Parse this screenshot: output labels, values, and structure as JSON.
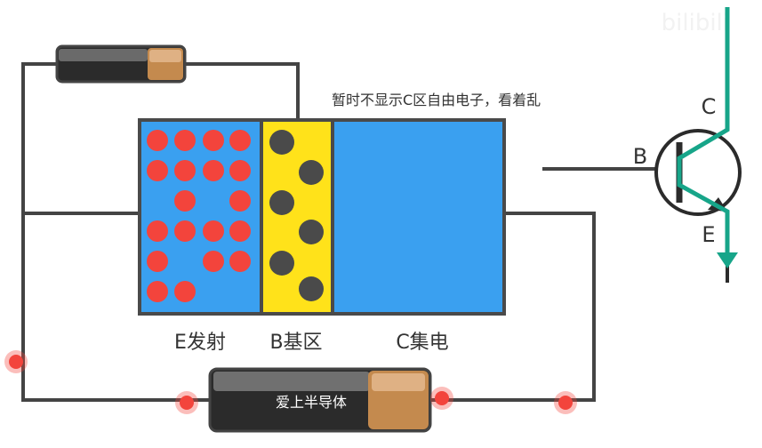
{
  "note": "暂时不显示C区自由电子，看着乱",
  "regions": {
    "e_label": "E发射",
    "b_label": "B基区",
    "c_label": "C集电"
  },
  "battery_label": "爱上半导体",
  "transistor": {
    "b": "B",
    "c": "C",
    "e": "E"
  },
  "watermark": "bilibili",
  "colors": {
    "wire": "#444444",
    "emitter_fill": "#3aa0f0",
    "base_fill": "#ffe21a",
    "collector_fill": "#3aa0f0",
    "region_border": "#4a4a4a",
    "electron": "#f3443c",
    "hole": "#4a4a4a",
    "battery_dark": "#2b2b2b",
    "battery_copper": "#c48a4e",
    "transistor_path": "#17a589"
  }
}
